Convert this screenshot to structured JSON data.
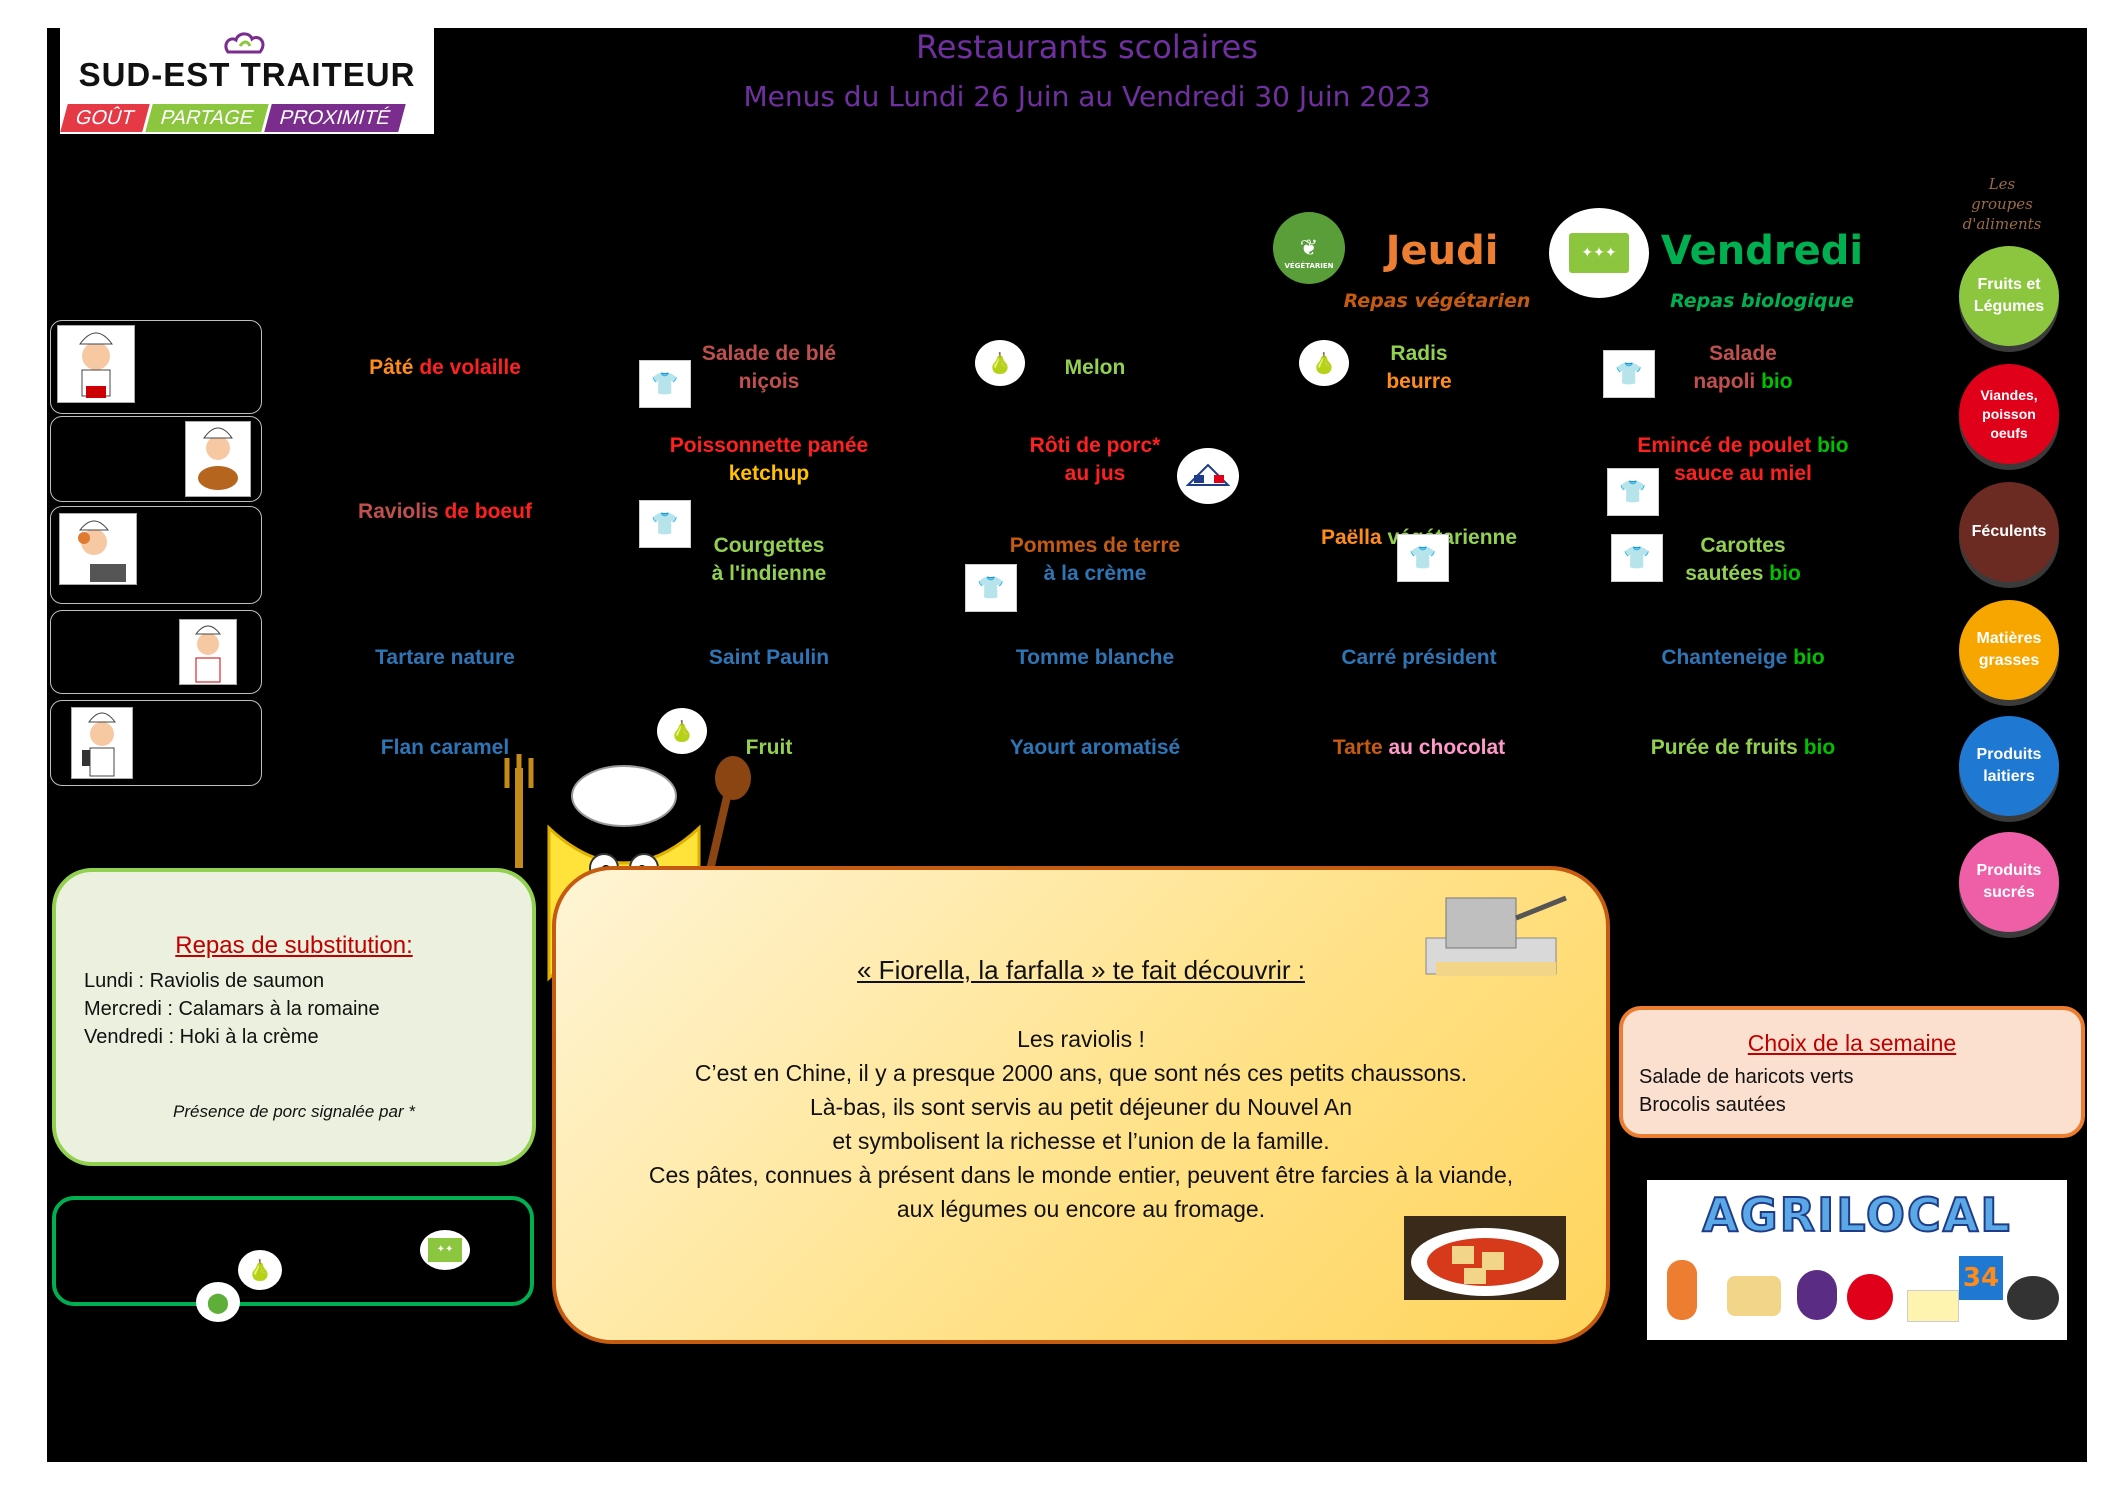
{
  "logo": {
    "name": "SUD-EST TRAITEUR",
    "tagline": [
      "GOÛT",
      "PARTAGE",
      "PROXIMITÉ"
    ],
    "tagline_colors": [
      "#e63946",
      "#8cc63f",
      "#7b2d8e"
    ]
  },
  "header": {
    "title": "Restaurants scolaires",
    "subtitle": "Menus du Lundi 26 Juin au Vendredi 30 Juin 2023"
  },
  "days": {
    "jeudi": {
      "name": "Jeudi",
      "sub": "Repas végétarien",
      "badge": "VÉGÉTARIEN",
      "color": "#ed7d31",
      "sub_color": "#c55a11"
    },
    "vendredi": {
      "name": "Vendredi",
      "sub": "Repas biologique",
      "color": "#00b050",
      "sub_color": "#00b050"
    }
  },
  "menu": {
    "entree": {
      "lundi": [
        "Pâté",
        "de volaille"
      ],
      "mardi": [
        "Salade de blé",
        "niçois"
      ],
      "mercredi": [
        "Melon"
      ],
      "jeudi": [
        "Radis",
        "beurre"
      ],
      "vendredi": [
        "Salade",
        "napoli",
        "bio"
      ]
    },
    "plat": {
      "lundi": [
        "Raviolis",
        "de boeuf"
      ],
      "mardi": [
        "Poissonnette panée",
        "ketchup"
      ],
      "mercredi": [
        "Rôti de porc*",
        "au jus"
      ],
      "jeudi": [
        "Paëlla",
        "végétarienne"
      ],
      "vendredi": [
        "Emincé de poulet",
        "bio",
        "sauce au miel"
      ]
    },
    "accomp": {
      "mardi": [
        "Courgettes",
        "à l'indienne"
      ],
      "mercredi": [
        "Pommes de terre",
        "à la crème"
      ],
      "vendredi": [
        "Carottes",
        "sautées",
        "bio"
      ]
    },
    "laitage": {
      "lundi": "Tartare nature",
      "mardi": "Saint Paulin",
      "mercredi": "Tomme blanche",
      "jeudi": "Carré président",
      "vendredi": [
        "Chanteneige",
        "bio"
      ]
    },
    "dessert": {
      "lundi": "Flan caramel",
      "mardi": "Fruit",
      "mercredi": "Yaourt aromatisé",
      "jeudi": [
        "Tarte",
        "au chocolat"
      ],
      "vendredi": [
        "Purée de fruits",
        "bio"
      ]
    }
  },
  "groups": {
    "heading": [
      "Les",
      "groupes",
      "d'aliments"
    ],
    "items": [
      {
        "label": [
          "Fruits et",
          "Légumes"
        ],
        "color": "#8cc63f"
      },
      {
        "label": [
          "Viandes,",
          "poisson",
          "oeufs"
        ],
        "color": "#e0001a"
      },
      {
        "label": [
          "Féculents"
        ],
        "color": "#6b2b23"
      },
      {
        "label": [
          "Matières",
          "grasses"
        ],
        "color": "#f7a600"
      },
      {
        "label": [
          "Produits",
          "laitiers"
        ],
        "color": "#1f78d1"
      },
      {
        "label": [
          "Produits",
          "sucrés"
        ],
        "color": "#ef5fa7"
      }
    ]
  },
  "substitution": {
    "title": "Repas de substitution:",
    "lines": [
      "Lundi : Raviolis de saumon",
      "Mercredi : Calamars à la romaine",
      "Vendredi : Hoki à la crème"
    ],
    "note": "Présence de porc signalée par *"
  },
  "story": {
    "title": "« Fiorella, la farfalla » te fait découvrir :",
    "lines": [
      "Les raviolis !",
      "C’est en Chine, il y a presque 2000 ans, que sont nés ces petits chaussons.",
      "Là-bas, ils sont servis au petit déjeuner du Nouvel An",
      "et symbolisent la richesse et l’union de la famille.",
      "Ces pâtes, connues à présent dans le monde entier, peuvent être farcies à la viande,",
      "aux légumes ou encore au fromage."
    ]
  },
  "choix": {
    "title": "Choix de la semaine",
    "lines": [
      "Salade de haricots verts",
      "Brocolis sautées"
    ]
  },
  "agrilocal": {
    "name": "AGRILOCAL",
    "number": "34"
  },
  "colors": {
    "orange": "#ff8c1a",
    "red": "#ff2020",
    "brown": "#c0504d",
    "gold": "#ffc000",
    "blue": "#2e75b6",
    "green": "#92d050",
    "bio": "#00c000",
    "pink": "#ff99cc"
  }
}
